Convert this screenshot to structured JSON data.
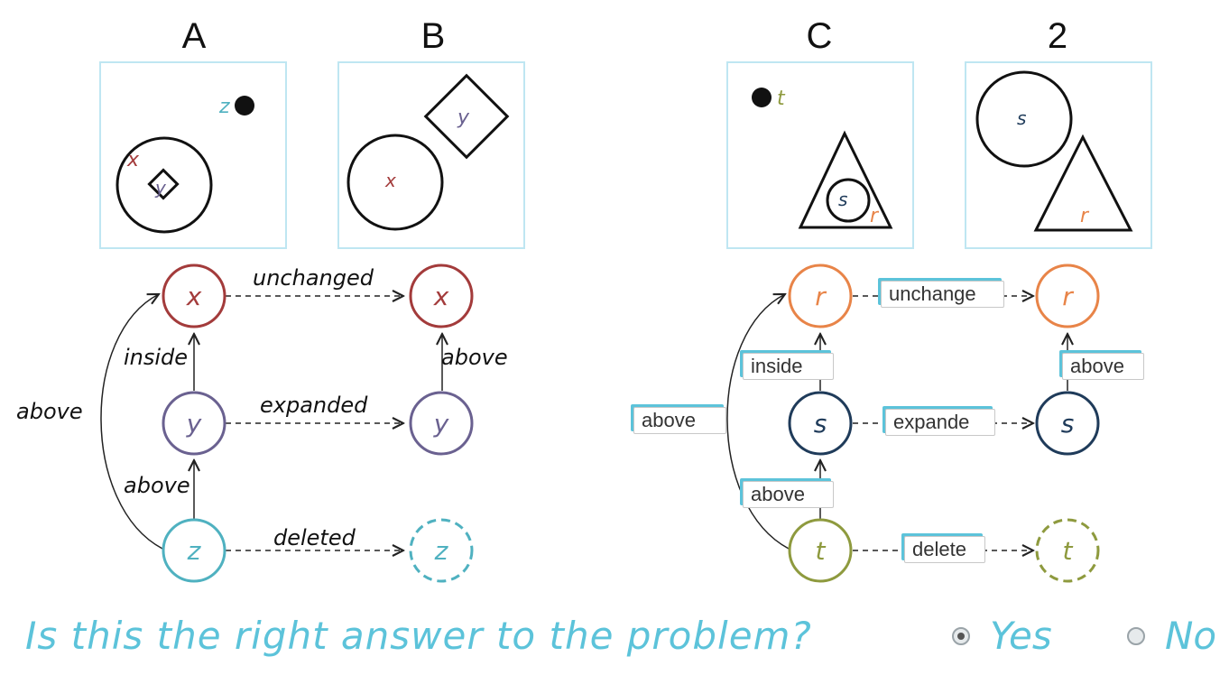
{
  "headers": {
    "a": "A",
    "b": "B",
    "c": "C",
    "two": "2"
  },
  "panel_a": {
    "x": "x",
    "y": "y",
    "z": "z"
  },
  "panel_b": {
    "x": "x",
    "y": "y"
  },
  "panel_c": {
    "t": "t",
    "s": "s",
    "r": "r"
  },
  "panel_2": {
    "s": "s",
    "r": "r"
  },
  "left_graph": {
    "nodes": {
      "x": "x",
      "x2": "x",
      "y": "y",
      "y2": "y",
      "z": "z",
      "z2": "z"
    },
    "edges": {
      "unchanged": "unchanged",
      "inside": "inside",
      "above_right": "above",
      "above_left": "above",
      "expanded": "expanded",
      "above_bottom": "above",
      "deleted": "deleted"
    }
  },
  "right_graph": {
    "nodes": {
      "r": "r",
      "r2": "r",
      "s": "s",
      "s2": "s",
      "t": "t",
      "t2": "t"
    }
  },
  "blanks": {
    "unchange": "unchange",
    "inside": "inside",
    "above_right": "above",
    "above_left": "above",
    "expande": "expande",
    "above_bottom": "above",
    "delete": "delete"
  },
  "question": "Is this the right answer to the problem?",
  "answers": {
    "yes": "Yes",
    "no": "No",
    "selected": "yes"
  },
  "colors": {
    "accent": "#5cc3da",
    "box_border": "#bfe6f2",
    "x_node": "#a33b3b",
    "y_node": "#6a6190",
    "z_node": "#4fb1c0",
    "r_node": "#e88448",
    "s_node": "#1f3b5a",
    "t_node": "#8e9a3e"
  }
}
